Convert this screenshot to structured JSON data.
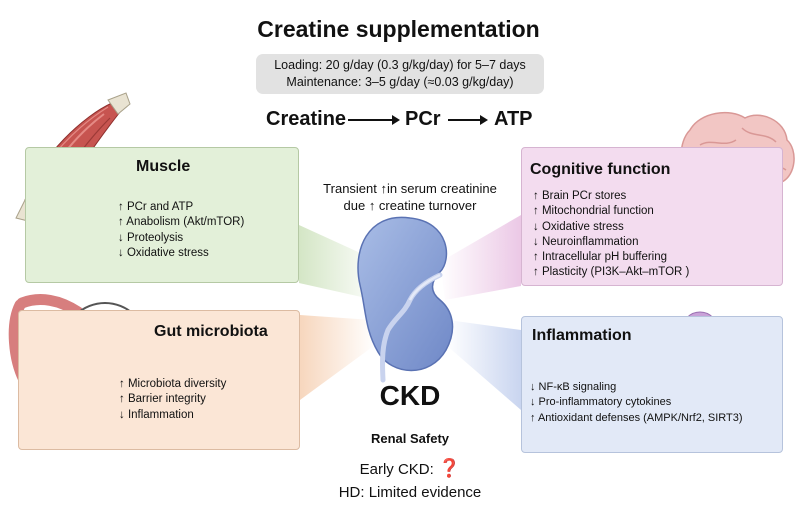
{
  "title": "Creatine supplementation",
  "dosing": {
    "loading": "Loading: 20 g/day (0.3 g/kg/day) for 5–7 days",
    "maintenance": "Maintenance: 3–5 g/day (≈0.03 g/kg/day)"
  },
  "pathway": [
    "Creatine",
    "PCr",
    "ATP"
  ],
  "muscle": {
    "title": "Muscle",
    "items": [
      "↑ PCr and ATP",
      "↑ Anabolism (Akt/mTOR)",
      "↓ Proteolysis",
      "↓ Oxidative stress"
    ]
  },
  "gut": {
    "title": "Gut microbiota",
    "items": [
      "↑ Microbiota diversity",
      "↑ Barrier integrity",
      "↓ Inflammation"
    ]
  },
  "cognitive": {
    "title": "Cognitive function",
    "items": [
      "↑ Brain PCr stores",
      "↑ Mitochondrial function",
      "↓ Oxidative stress",
      "↓ Neuroinflammation",
      "↑ Intracellular pH buffering",
      "↑ Plasticity (PI3K–Akt–mTOR )"
    ]
  },
  "inflammation": {
    "title": "Inflammation",
    "items": [
      "↓ NF-κB signaling",
      "↓ Pro-inflammatory cytokines",
      "↑ Antioxidant defenses (AMPK/Nrf2, SIRT3)"
    ]
  },
  "center": {
    "transient_line1": "Transient ↑in serum creatinine",
    "transient_line2": "due ↑ creatine turnover",
    "ckd": "CKD",
    "renal_safety": "Renal Safety",
    "early_ckd": "Early CKD:",
    "early_mark": "❓",
    "hd": "HD: Limited evidence"
  },
  "colors": {
    "muscle_bg": "#e3f0d9",
    "gut_bg": "#fbe6d6",
    "cognitive_bg": "#f3dcef",
    "inflammation_bg": "#e2e9f7",
    "kidney": "#8fa5d6",
    "question": "#cc1111"
  }
}
